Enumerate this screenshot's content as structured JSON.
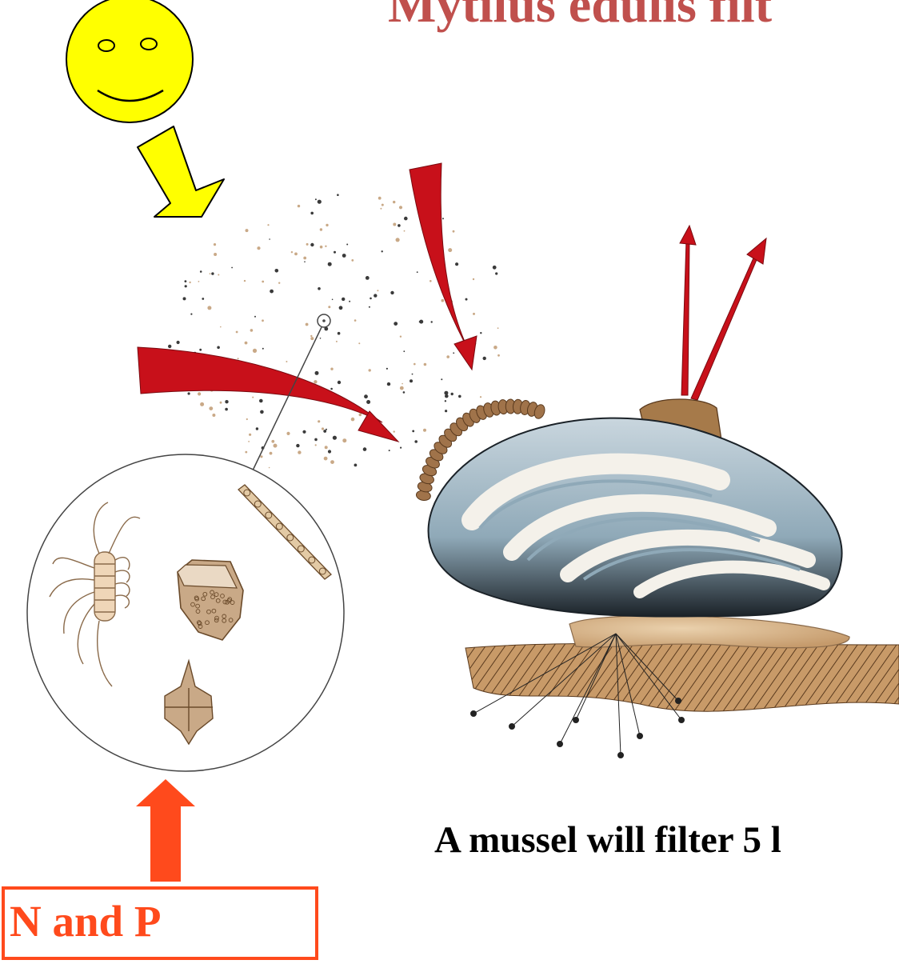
{
  "slide": {
    "title": "Mytilus edulis filt",
    "caption": "A mussel will filter 5 l",
    "nutrient_box": {
      "label": "N and P"
    }
  },
  "colors": {
    "title": "#c0504d",
    "sun_fill": "#ffff00",
    "sun_arrow_fill": "#ffff00",
    "current_arrows": "#c8101a",
    "nutrient_arrow": "#ff4a1c",
    "nutrient_border": "#ff4a1c",
    "shell_blue": "#8fa9b8",
    "shell_inner": "#f4f1ea",
    "sediment": "#b88a5a"
  },
  "icons": {
    "sun": "smiley-sun-icon",
    "light_arrow": "down-right-arrow-icon",
    "nutrient_arrow": "up-arrow-icon",
    "current_arrows": "curved-arrow-icon",
    "mussel": "mussel-illustration",
    "plankton": "plankton-magnifier"
  }
}
